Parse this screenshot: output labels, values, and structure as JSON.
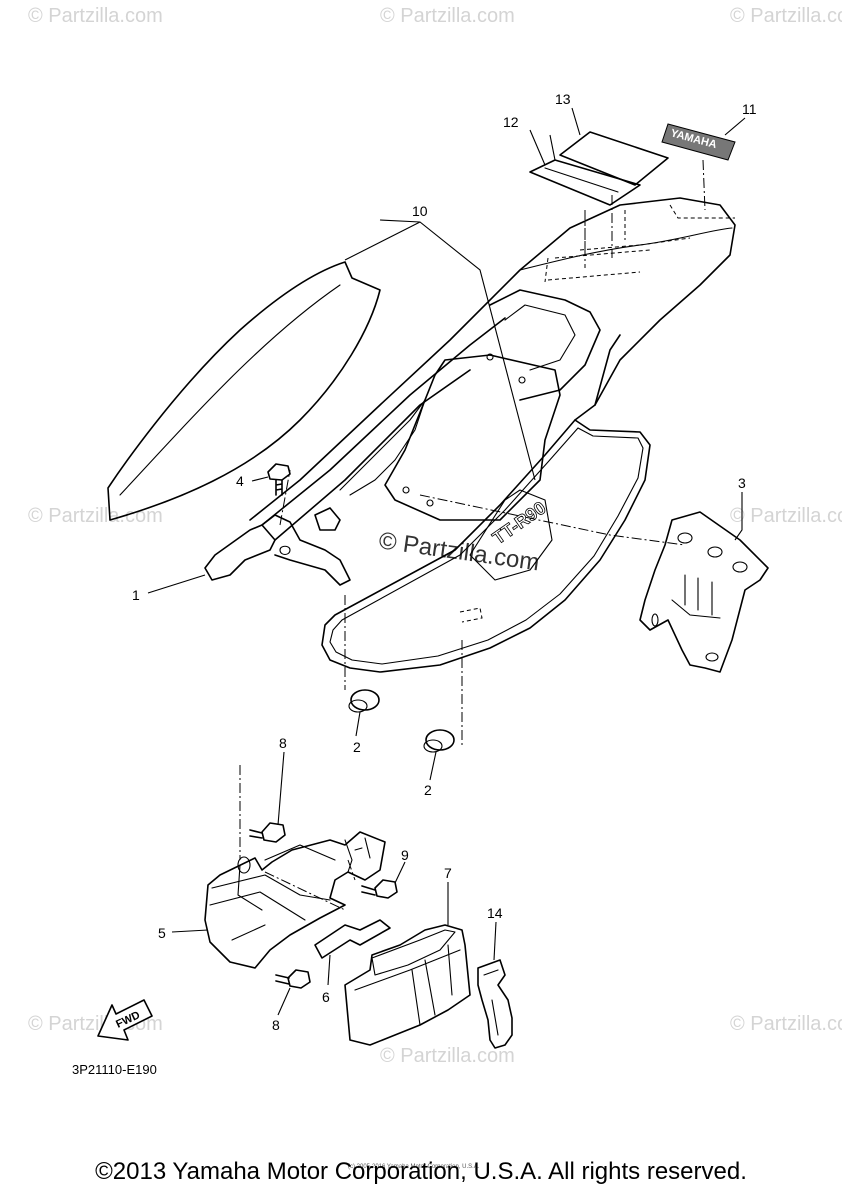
{
  "watermark": {
    "text": "© Partzilla.com",
    "center_text": "© Partzilla.com"
  },
  "callouts": {
    "c1": "1",
    "c2a": "2",
    "c2b": "2",
    "c3": "3",
    "c4": "4",
    "c5": "5",
    "c6": "6",
    "c7": "7",
    "c8a": "8",
    "c8b": "8",
    "c9": "9",
    "c10": "10",
    "c11": "11",
    "c12": "12",
    "c13": "13",
    "c14": "14"
  },
  "fwd_label": "FWD",
  "decal_text": "YAMAHA",
  "diagram_code": "3P21110-E190",
  "tiny_copyright": "(c) 2005-2016 Yamaha Motor Corporation, U.S.A.",
  "footer": "©2013 Yamaha Motor Corporation, U.S.A. All rights reserved."
}
